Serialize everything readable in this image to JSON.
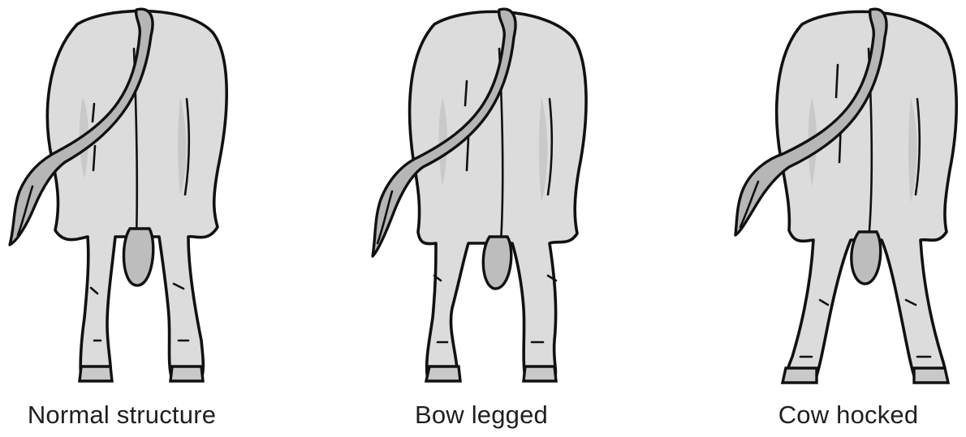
{
  "figures": [
    {
      "id": "normal",
      "caption": "Normal structure"
    },
    {
      "id": "bow",
      "caption": "Bow legged"
    },
    {
      "id": "cow",
      "caption": "Cow hocked"
    }
  ]
}
